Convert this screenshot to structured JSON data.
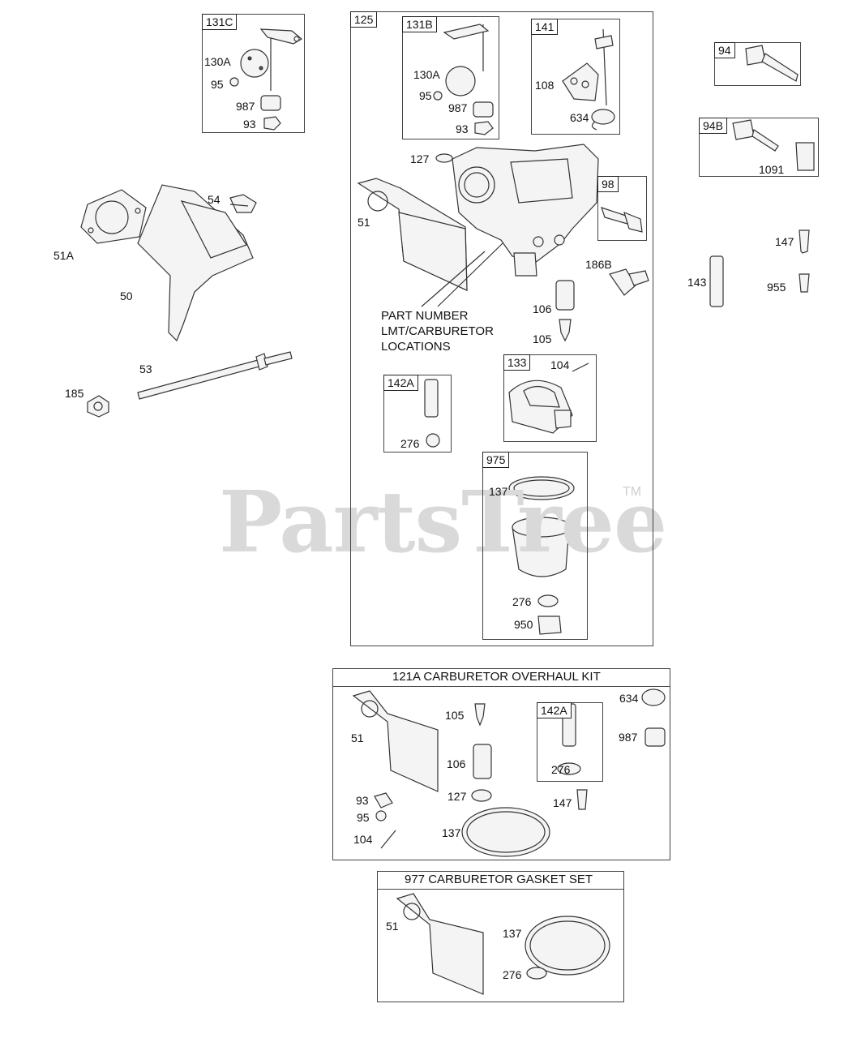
{
  "watermark": {
    "text": "PartsTree",
    "tm": "TM"
  },
  "group_tags": {
    "g131c": "131C",
    "g125": "125",
    "g131b": "131B",
    "g141": "141",
    "g94": "94",
    "g94b": "94B",
    "g98": "98",
    "g133": "133",
    "g142a": "142A",
    "g975": "975",
    "g142a_kit": "142A"
  },
  "kits": {
    "overhaul": "121A CARBURETOR OVERHAUL KIT",
    "gasket": "977 CARBURETOR GASKET SET"
  },
  "note": "PART NUMBER\nLMT/CARBURETOR\nLOCATIONS",
  "labels": {
    "l130a_c": "130A",
    "l95_c": "95",
    "l987_c": "987",
    "l93_c": "93",
    "l54": "54",
    "l51a": "51A",
    "l50": "50",
    "l53": "53",
    "l185": "185",
    "l130a_b": "130A",
    "l95_b": "95",
    "l987_b": "987",
    "l93_b": "93",
    "l108": "108",
    "l634": "634",
    "l127": "127",
    "l51": "51",
    "l186b": "186B",
    "l106": "106",
    "l105": "105",
    "l104": "104",
    "l276_a": "276",
    "l137": "137",
    "l276_b": "276",
    "l950": "950",
    "l1091": "1091",
    "l147": "147",
    "l143": "143",
    "l955": "955",
    "k51": "51",
    "k105": "105",
    "k106": "106",
    "k127": "127",
    "k93": "93",
    "k95": "95",
    "k104": "104",
    "k137": "137",
    "k276": "276",
    "k147": "147",
    "k634": "634",
    "k987": "987",
    "g51": "51",
    "g137": "137",
    "g276": "276"
  }
}
